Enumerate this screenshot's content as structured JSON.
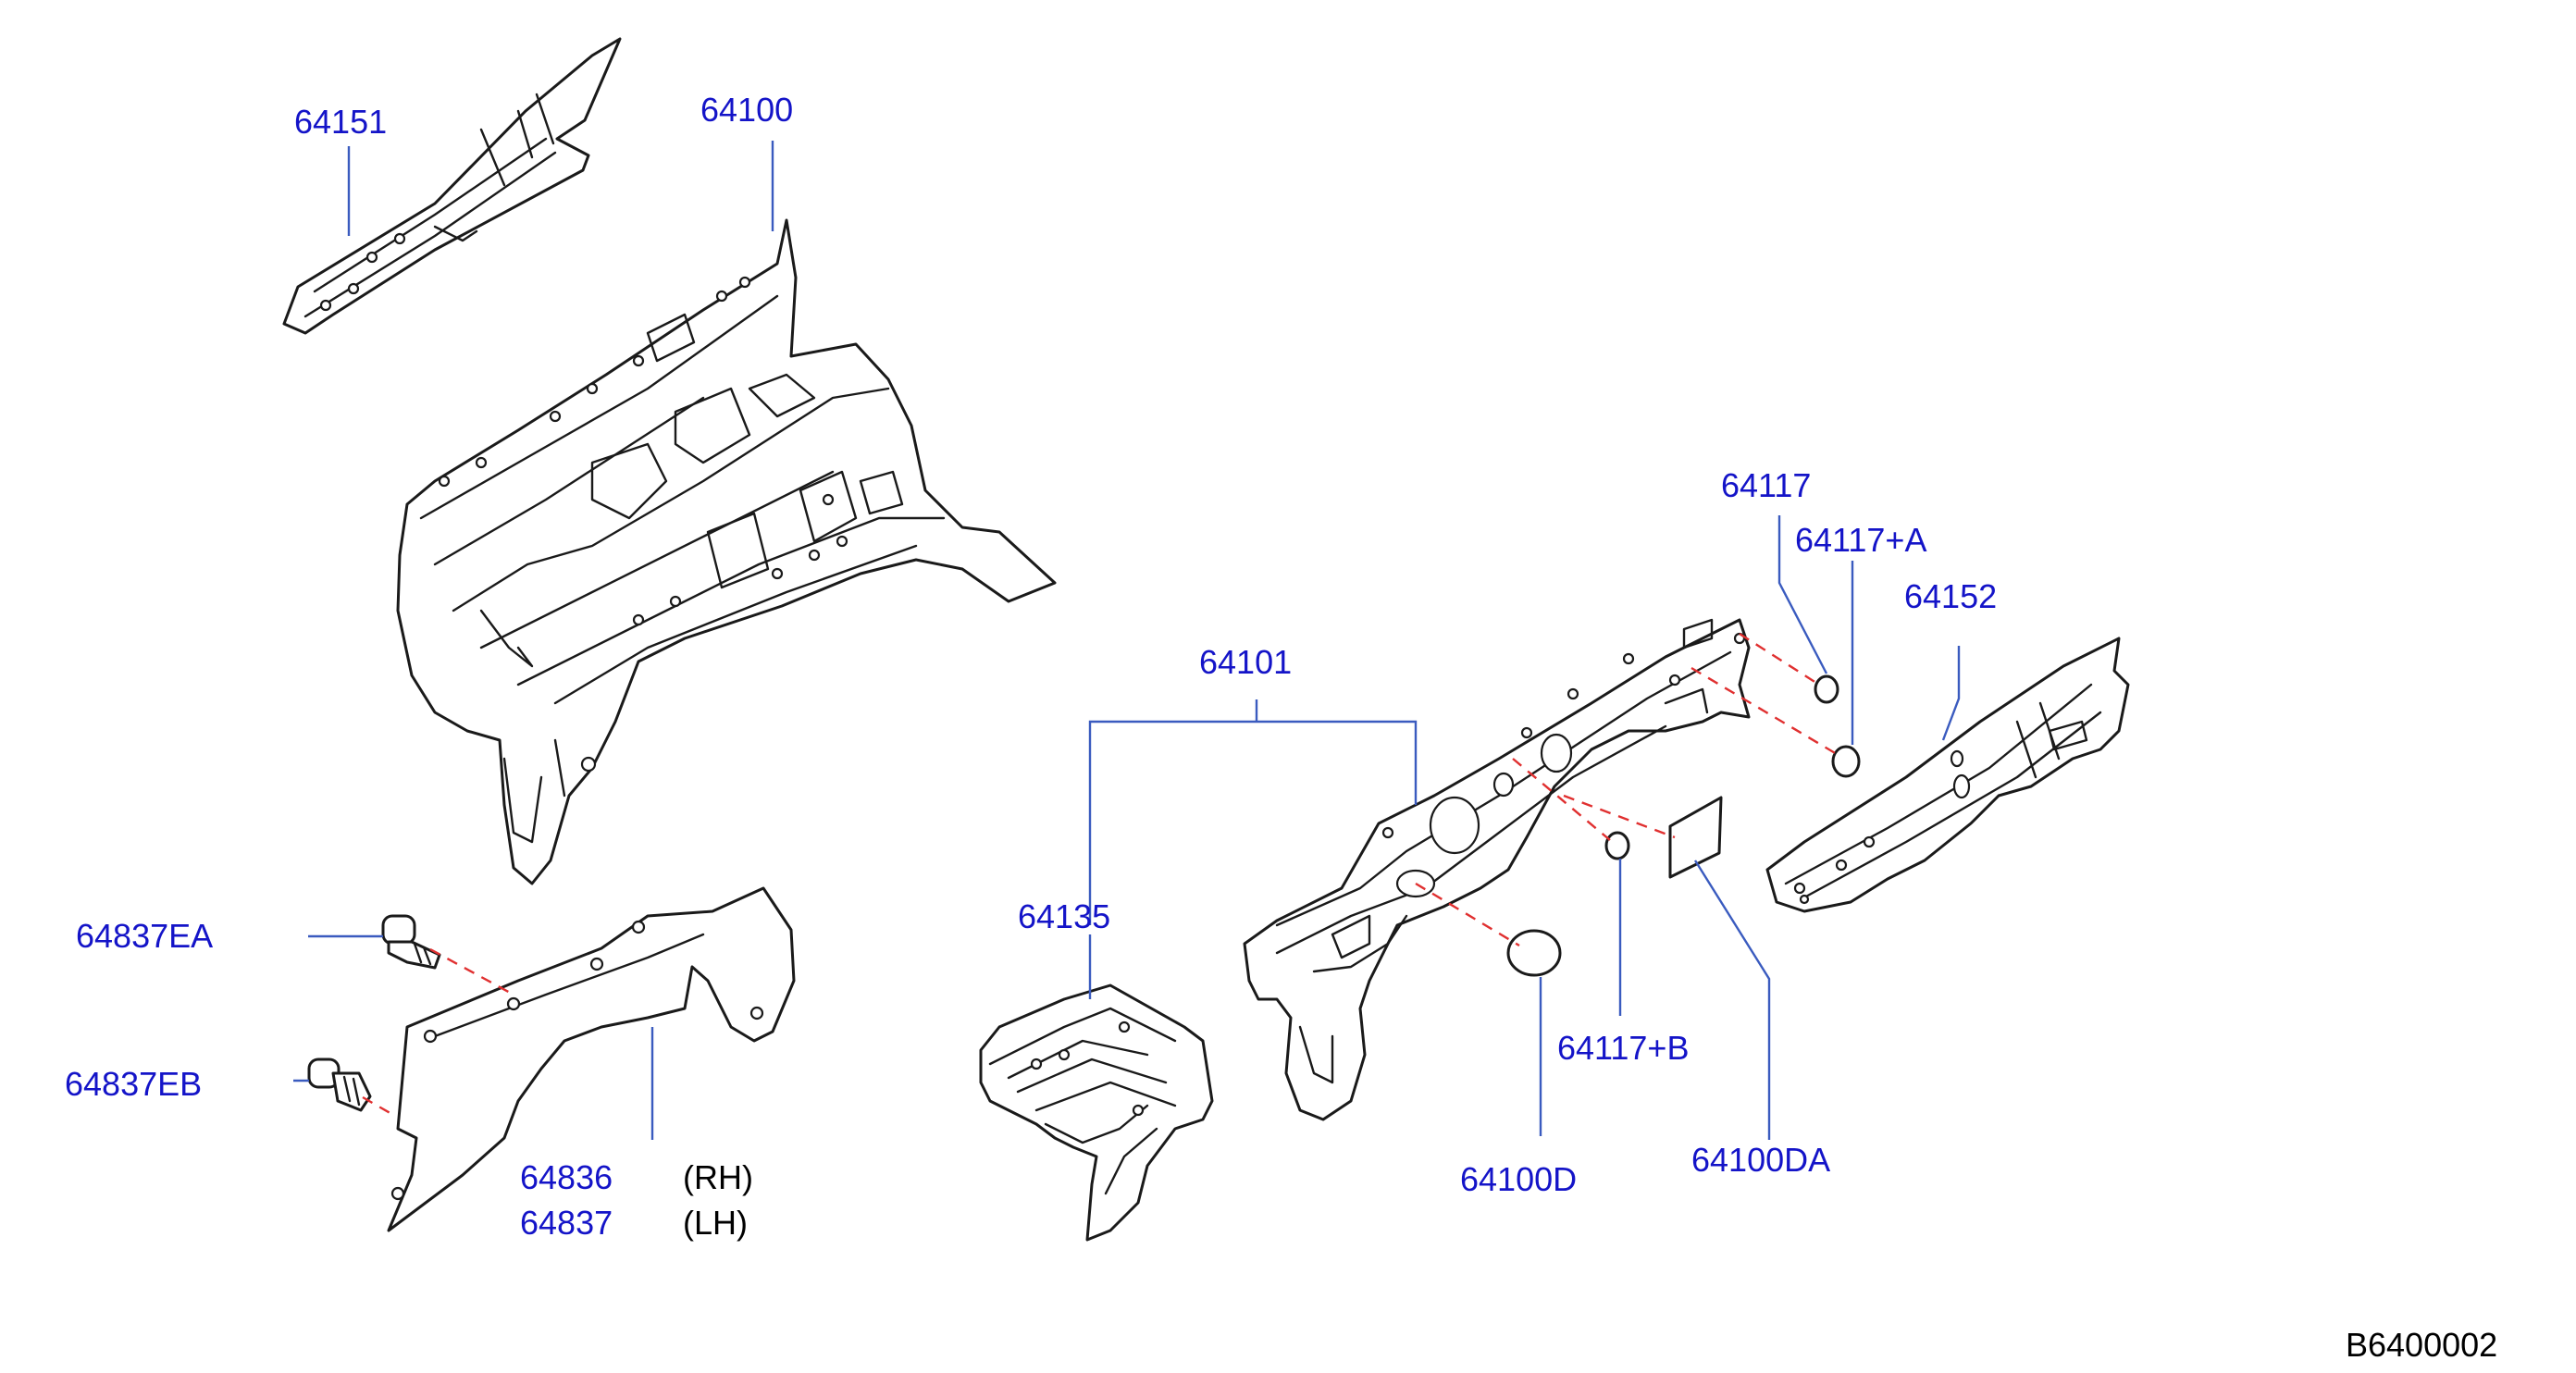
{
  "callouts": {
    "p64151": "64151",
    "p64100": "64100",
    "p64117": "64117",
    "p64117A": "64117+A",
    "p64152": "64152",
    "p64101": "64101",
    "p64135": "64135",
    "p64837EA": "64837EA",
    "p64837EB": "64837EB",
    "p64836": "64836",
    "p64837": "64837",
    "p64117B": "64117+B",
    "p64100D": "64100D",
    "p64100DA": "64100DA"
  },
  "side_labels": {
    "rh": "(RH)",
    "lh": "(LH)"
  },
  "diagram_code": "B6400002",
  "colors": {
    "part_number": "#1414c8",
    "leader_line": "#3a5bbf",
    "dashed_guide": "#e03030",
    "line_art": "#1a1a1a"
  }
}
